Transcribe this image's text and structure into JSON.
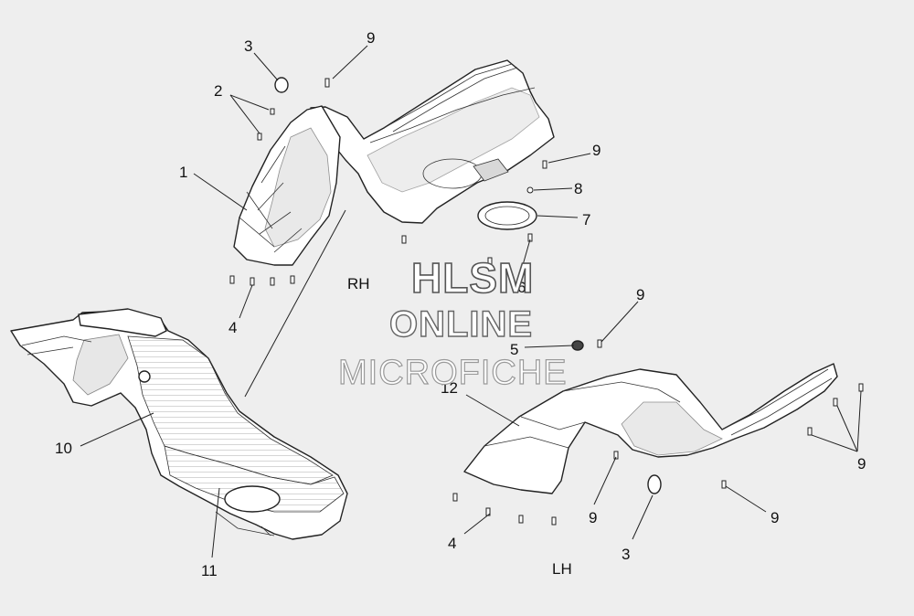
{
  "watermark": {
    "line1": "HLSM",
    "line2": "ONLINE",
    "line3": "MICROFICHE"
  },
  "sides": {
    "right": "RH",
    "left": "LH"
  },
  "callouts": {
    "rh_9_top": "9",
    "rh_3": "3",
    "rh_2": "2",
    "rh_1": "1",
    "rh_9_right": "9",
    "rh_8": "8",
    "rh_7": "7",
    "rh_6": "6",
    "rh_4": "4",
    "floor_10": "10",
    "floor_11": "11",
    "lh_9_top": "9",
    "lh_5": "5",
    "lh_12": "12",
    "lh_9_right": "9",
    "lh_9_mid": "9",
    "lh_9_low": "9",
    "lh_4": "4",
    "lh_3": "3"
  }
}
